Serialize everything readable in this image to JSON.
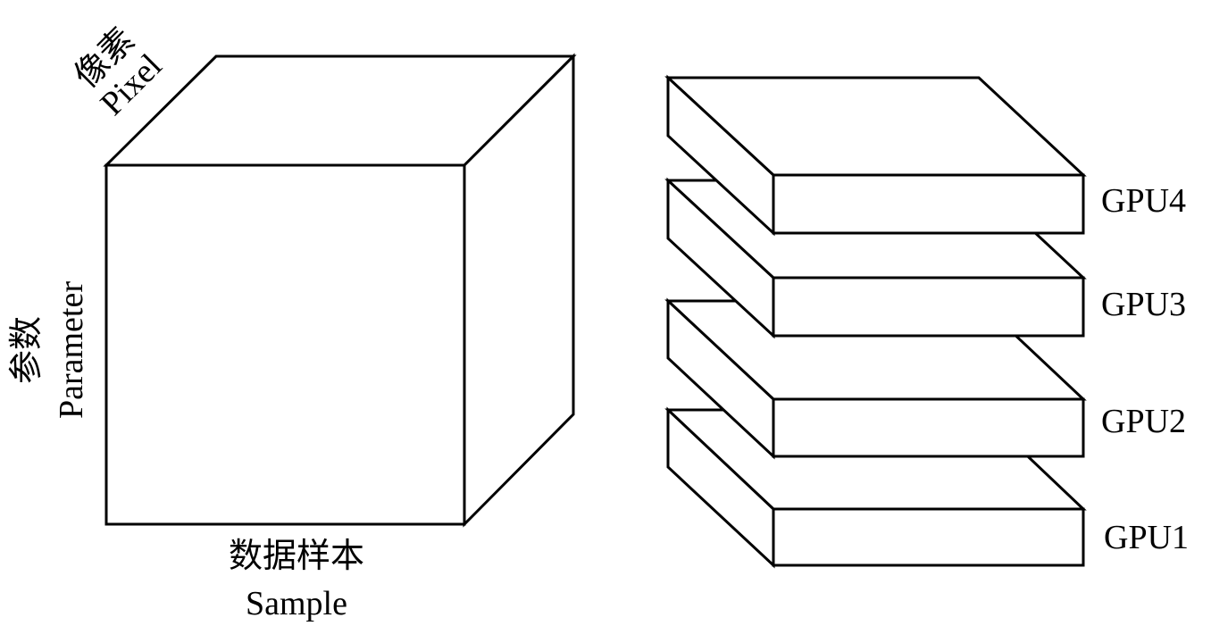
{
  "cube": {
    "depth_axis": {
      "zh": "像素",
      "en": "Pixel"
    },
    "vertical_axis": {
      "zh": "参数",
      "en": "Parameter"
    },
    "horizontal_axis": {
      "zh": "数据样本",
      "en": "Sample"
    }
  },
  "slabs": [
    {
      "label": "GPU4"
    },
    {
      "label": "GPU3"
    },
    {
      "label": "GPU2"
    },
    {
      "label": "GPU1"
    }
  ],
  "colors": {
    "stroke": "#000000",
    "fill": "#ffffff"
  }
}
